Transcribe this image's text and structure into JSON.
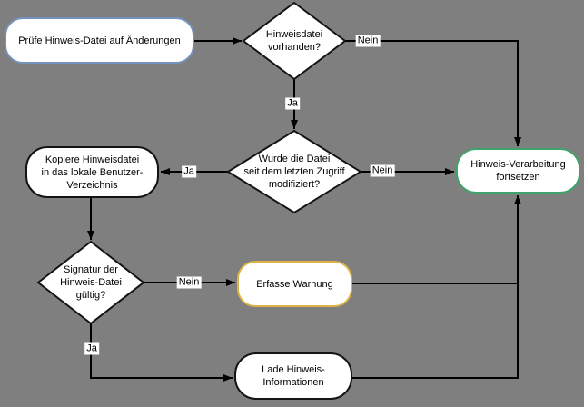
{
  "canvas": {
    "background_color": "#7f7f7f",
    "line_color": "#000000"
  },
  "nodes": {
    "pruefe": {
      "label": "Prüfe Hinweis-Datei auf Änderungen",
      "border_color": "#7593be"
    },
    "vorhanden": {
      "label": "Hinweisdatei\nvorhanden?"
    },
    "modifiziert": {
      "label": "Wurde die Datei\nseit dem letzten Zugriff\nmodifiziert?"
    },
    "kopiere": {
      "label": "Kopiere Hinweisdatei\nin das lokale Benutzer-\nVerzeichnis",
      "border_color": "#141414"
    },
    "fortsetzen": {
      "label": "Hinweis-Verarbeitung\nfortsetzen",
      "border_color": "#3fa46b"
    },
    "signatur": {
      "label": "Signatur der\nHinweis-Datei\ngültig?"
    },
    "warnung": {
      "label": "Erfasse Warnung",
      "border_color": "#ddb247"
    },
    "lade": {
      "label": "Lade Hinweis-\nInformationen",
      "border_color": "#141414"
    }
  },
  "edge_labels": {
    "vorhanden_nein": "Nein",
    "vorhanden_ja": "Ja",
    "modifiziert_ja": "Ja",
    "modifiziert_nein": "Nein",
    "signatur_nein": "Nein",
    "signatur_ja": "Ja"
  }
}
